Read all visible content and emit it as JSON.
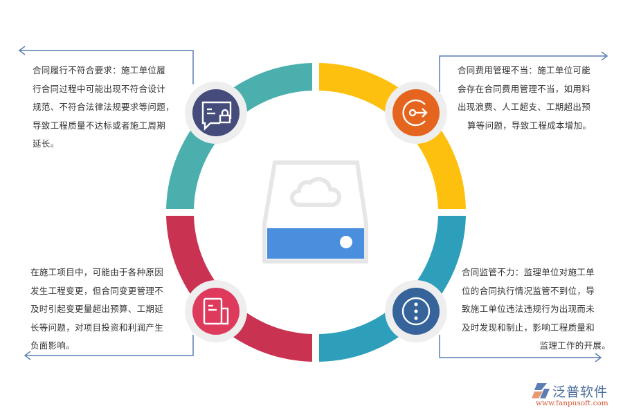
{
  "diagram": {
    "type": "four-segment circular diagram",
    "center_icon": "cloud-storage-drive-icon",
    "segments": [
      {
        "position": "top-left",
        "color": "#4aafad",
        "icon": "chat-lock-icon",
        "icon_bg": "#454b7a",
        "text": [
          "合同履行不符合要求：施工单位履",
          "行合同过程中可能出现不符合设计",
          "规范、不符合法律法规要求等问题，",
          "导致工程质量不达标或者施工周期",
          "延长。"
        ]
      },
      {
        "position": "top-right",
        "color": "#fdc00f",
        "icon": "exit-arrow-icon",
        "icon_bg": "#e5651f",
        "text": [
          "合同费用管理不当：施工单位可能",
          "会存在合同费用管理不当，如用料",
          "出现浪费、人工超支、工期超出预",
          "算等问题，导致工程成本增加。"
        ]
      },
      {
        "position": "bottom-left",
        "color": "#c93250",
        "icon": "document-icon",
        "icon_bg": "#dd3a5c",
        "text": [
          "在施工项目中，可能由于各种原因",
          "发生工程变更，但合同变更管理不",
          "及时引起变更量超出预算、工期延",
          "长等问题，对项目投资和利润产生",
          "负面影响。"
        ]
      },
      {
        "position": "bottom-right",
        "color": "#2d9fba",
        "icon": "more-options-icon",
        "icon_bg": "#366399",
        "text": [
          "合同监管不力：监理单位对施工单",
          "位的合同执行情况监管不到位，导",
          "致施工单位违法违规行为出现而未",
          "及时发现和制止，影响工程质量和",
          "监理工作的开展。"
        ]
      }
    ],
    "colors": {
      "connector": "#5b7db3",
      "icon_halo": "#eeeeee",
      "drive_outline": "#e6e6e6",
      "drive_panel": "#4a8fde"
    }
  },
  "logo": {
    "name": "泛普软件",
    "url": "www.fanpusoft.com"
  }
}
